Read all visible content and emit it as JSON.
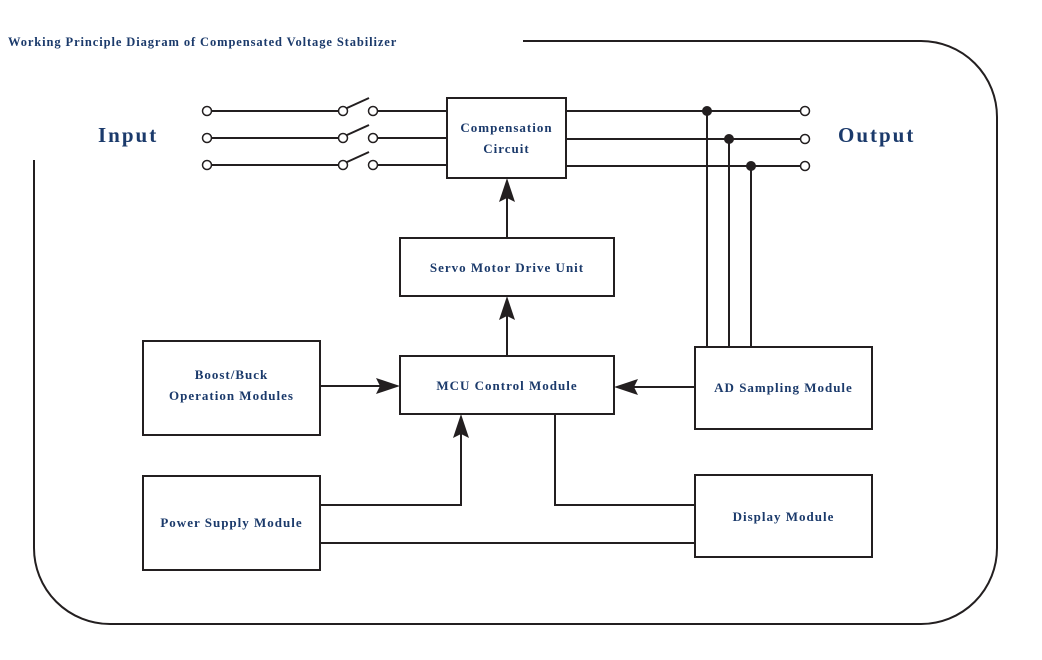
{
  "title": "Working Principle Diagram of Compensated Voltage Stabilizer",
  "labels": {
    "input": "Input",
    "output": "Output"
  },
  "blocks": {
    "compensation": [
      "Compensation",
      "Circuit"
    ],
    "servo": "Servo Motor Drive Unit",
    "mcu": "MCU Control Module",
    "boost_buck": [
      "Boost/Buck",
      "Operation Modules"
    ],
    "ad_sampling": "AD Sampling Module",
    "power_supply": "Power Supply Module",
    "display": "Display Module"
  },
  "colors": {
    "label_text": "#1b3a6b",
    "line": "#231f20",
    "background": "#ffffff"
  },
  "connections": [
    {
      "from": "input-phases",
      "to": "compensation",
      "via": "switches",
      "count": 3
    },
    {
      "from": "compensation",
      "to": "output-phases",
      "count": 3
    },
    {
      "from": "output-phases",
      "to": "ad_sampling",
      "type": "sampling-taps",
      "count": 3
    },
    {
      "from": "servo",
      "to": "compensation",
      "arrow": true
    },
    {
      "from": "mcu",
      "to": "servo",
      "arrow": true
    },
    {
      "from": "boost_buck",
      "to": "mcu",
      "arrow": true
    },
    {
      "from": "ad_sampling",
      "to": "mcu",
      "arrow": true
    },
    {
      "from": "power_supply",
      "to": "mcu",
      "arrow": true
    },
    {
      "from": "mcu",
      "to": "display",
      "arrow": false
    },
    {
      "from": "power_supply",
      "to": "display",
      "arrow": false
    }
  ]
}
